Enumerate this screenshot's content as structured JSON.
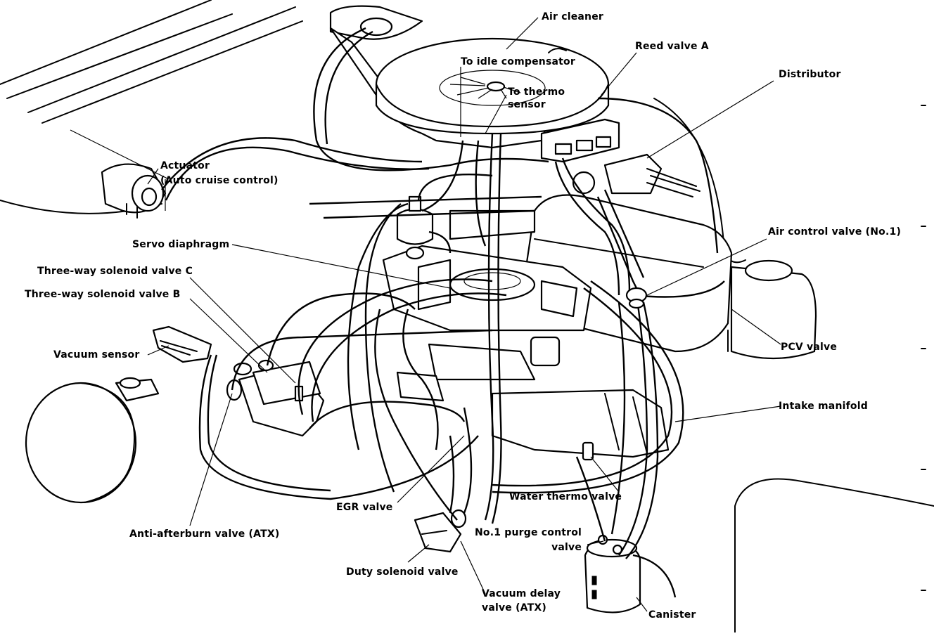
{
  "labels": {
    "air_cleaner": "Air cleaner",
    "to_idle_compensator": "To idle compensator",
    "to_thermo_sensor": "To thermo\nsensor",
    "reed_valve_a": "Reed valve A",
    "distributor": "Distributor",
    "actuator": "Actuator\n(Auto cruise control)",
    "servo_diaphragm": "Servo diaphragm",
    "three_way_c": "Three-way solenoid valve C",
    "three_way_b": "Three-way solenoid valve B",
    "air_control_valve": "Air control valve (No.1)",
    "vacuum_sensor": "Vacuum sensor",
    "pcv_valve": "PCV valve",
    "intake_manifold": "Intake manifold",
    "egr_valve": "EGR valve",
    "water_thermo_valve": "Water thermo valve",
    "anti_afterburn": "Anti-afterburn valve (ATX)",
    "purge_control": "No.1 purge control\nvalve",
    "duty_solenoid": "Duty solenoid valve",
    "vacuum_delay": "Vacuum delay\nvalve (ATX)",
    "canister": "Canister"
  }
}
